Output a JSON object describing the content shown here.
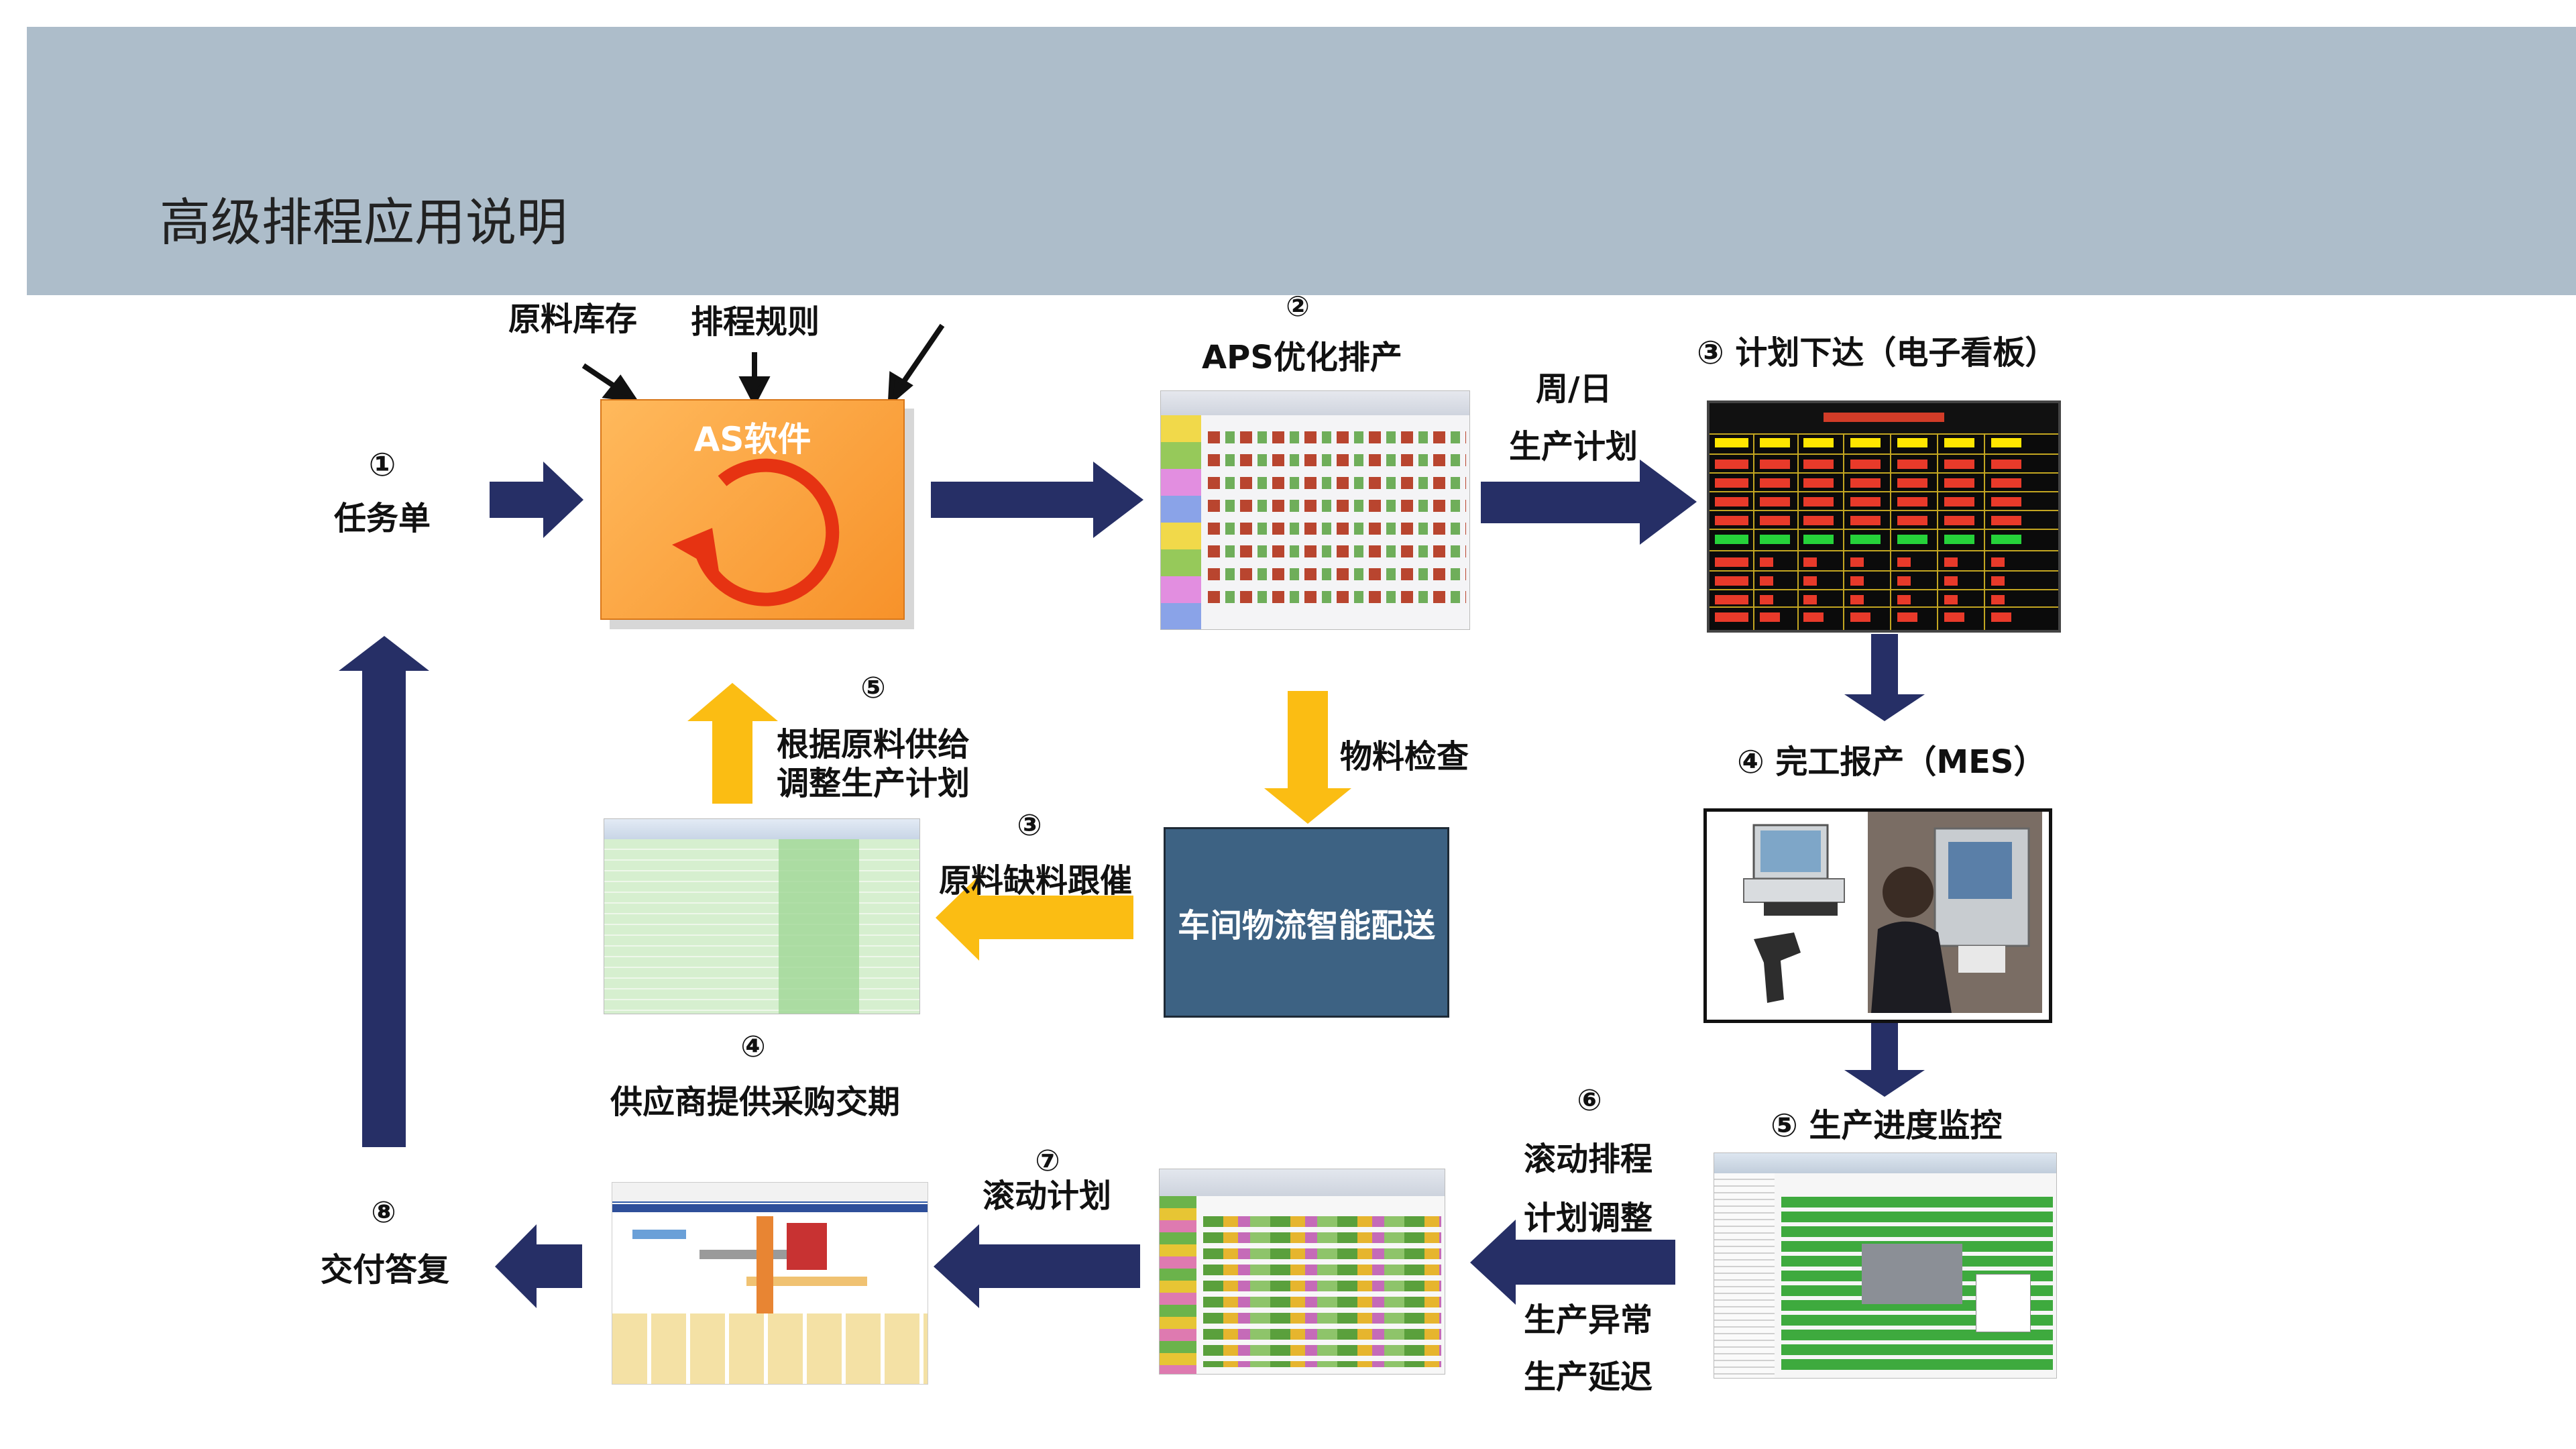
{
  "title": "高级排程应用说明",
  "labels": {
    "raw_stock": "原料库存",
    "schedule_rules": "排程规则",
    "as_software": "AS软件",
    "step1_num": "①",
    "step1_text": "任务单",
    "step2_num": "②",
    "step2_text": "APS优化排产",
    "week_day_1": "周/日",
    "week_day_2": "生产计划",
    "step3_text": "③ 计划下达（电子看板）",
    "step4_text": "④ 完工报产（MES）",
    "step5_text": "⑤ 生产进度监控",
    "material_check": "物料检查",
    "logistics": "车间物流智能配送",
    "feedback_num": "⑤",
    "feedback_1": "根据原料供给",
    "feedback_2": "调整生产计划",
    "shortage_num": "③",
    "shortage_text": "原料缺料跟催",
    "supplier_num": "④",
    "supplier_text": "供应商提供采购交期",
    "rolling_num": "⑥",
    "rolling_1": "滚动排程",
    "rolling_2": "计划调整",
    "exception_1": "生产异常",
    "exception_2": "生产延迟",
    "rolling_plan_num": "⑦",
    "rolling_plan_text": "滚动计划",
    "delivery_num": "⑧",
    "delivery_text": "交付答复"
  },
  "colors": {
    "navy_arrow": "#262f66",
    "yellow_arrow": "#fbbd13",
    "header_bg": "#adbdca",
    "logistics_bg": "#3d6283"
  }
}
